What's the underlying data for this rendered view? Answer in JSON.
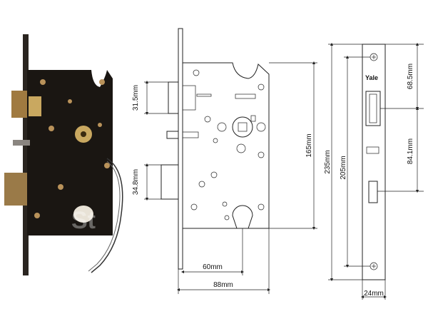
{
  "brand": "Yale",
  "watermark": "St",
  "dimensions": {
    "latch_spacing": "31.5mm",
    "deadbolt_height": "34.8mm",
    "backset": "60mm",
    "case_width": "88mm",
    "case_height": "165mm",
    "faceplate_length": "235mm",
    "screw_spacing": "205mm",
    "top_to_latch": "68.5mm",
    "latch_to_bolt": "84.1mm",
    "faceplate_width": "24mm"
  },
  "colors": {
    "line": "#222222",
    "case": "#1a1612",
    "brass": "#b08a4a"
  }
}
